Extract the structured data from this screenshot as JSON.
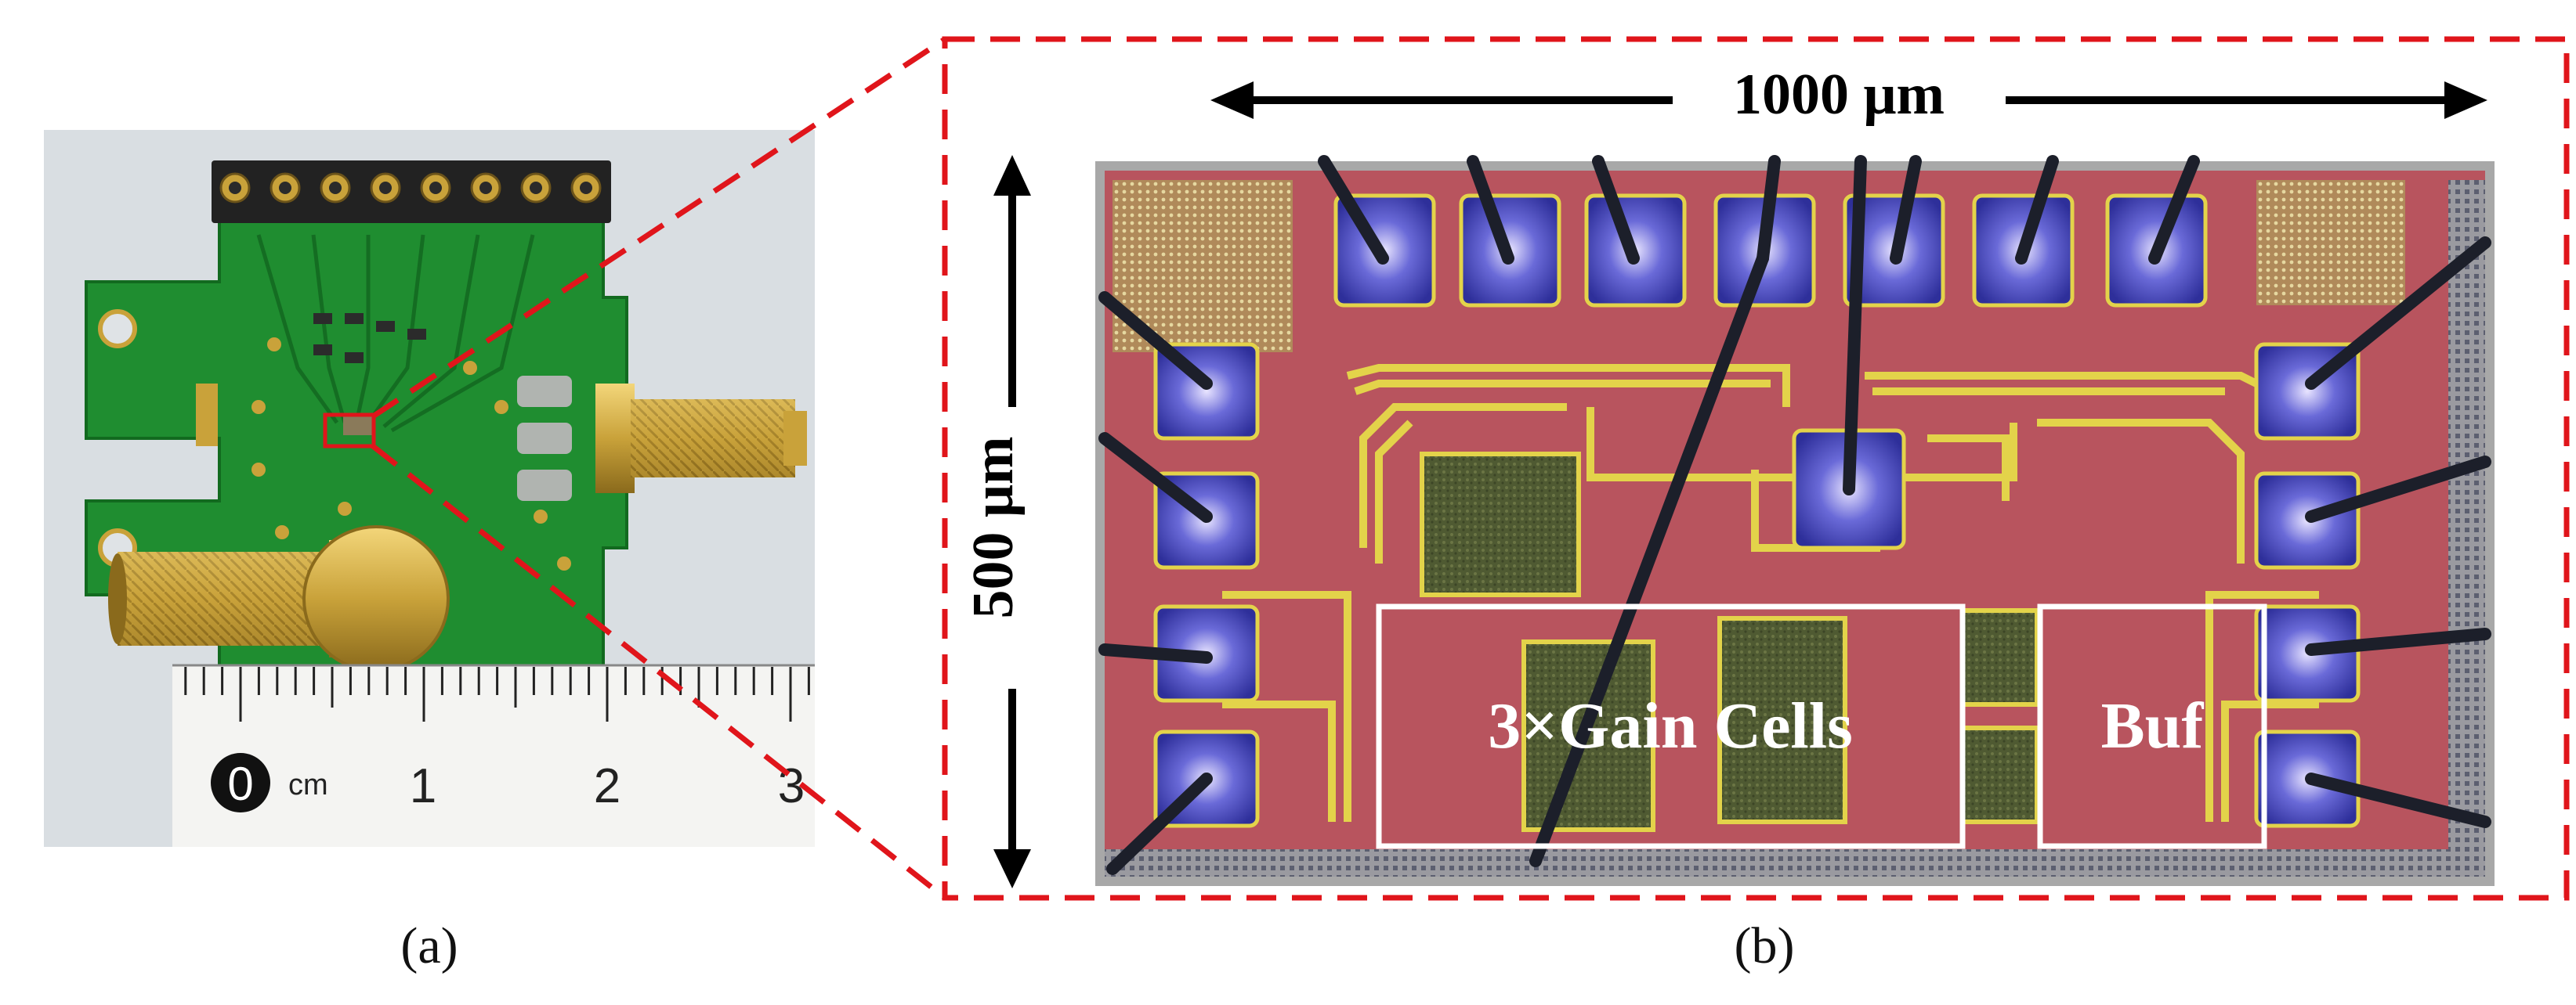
{
  "panel_a": {
    "caption": "(a)",
    "ruler": {
      "unit_label": "cm",
      "numbers": [
        "0",
        "1",
        "2",
        "3"
      ]
    }
  },
  "panel_b": {
    "caption": "(b)",
    "width_label": "1000 μm",
    "height_label": "500 μm",
    "regions": [
      {
        "label": "3×Gain Cells"
      },
      {
        "label": "Buf"
      }
    ]
  },
  "colors": {
    "zoom_frame": "#e0151b",
    "pcb_green": "#1b8a2c",
    "gold": "#c9a23a",
    "die_red": "#b8545e",
    "pad_blue": "#3b3fb8",
    "trace_yellow": "#e3d34a",
    "annotation_white": "#ffffff"
  }
}
